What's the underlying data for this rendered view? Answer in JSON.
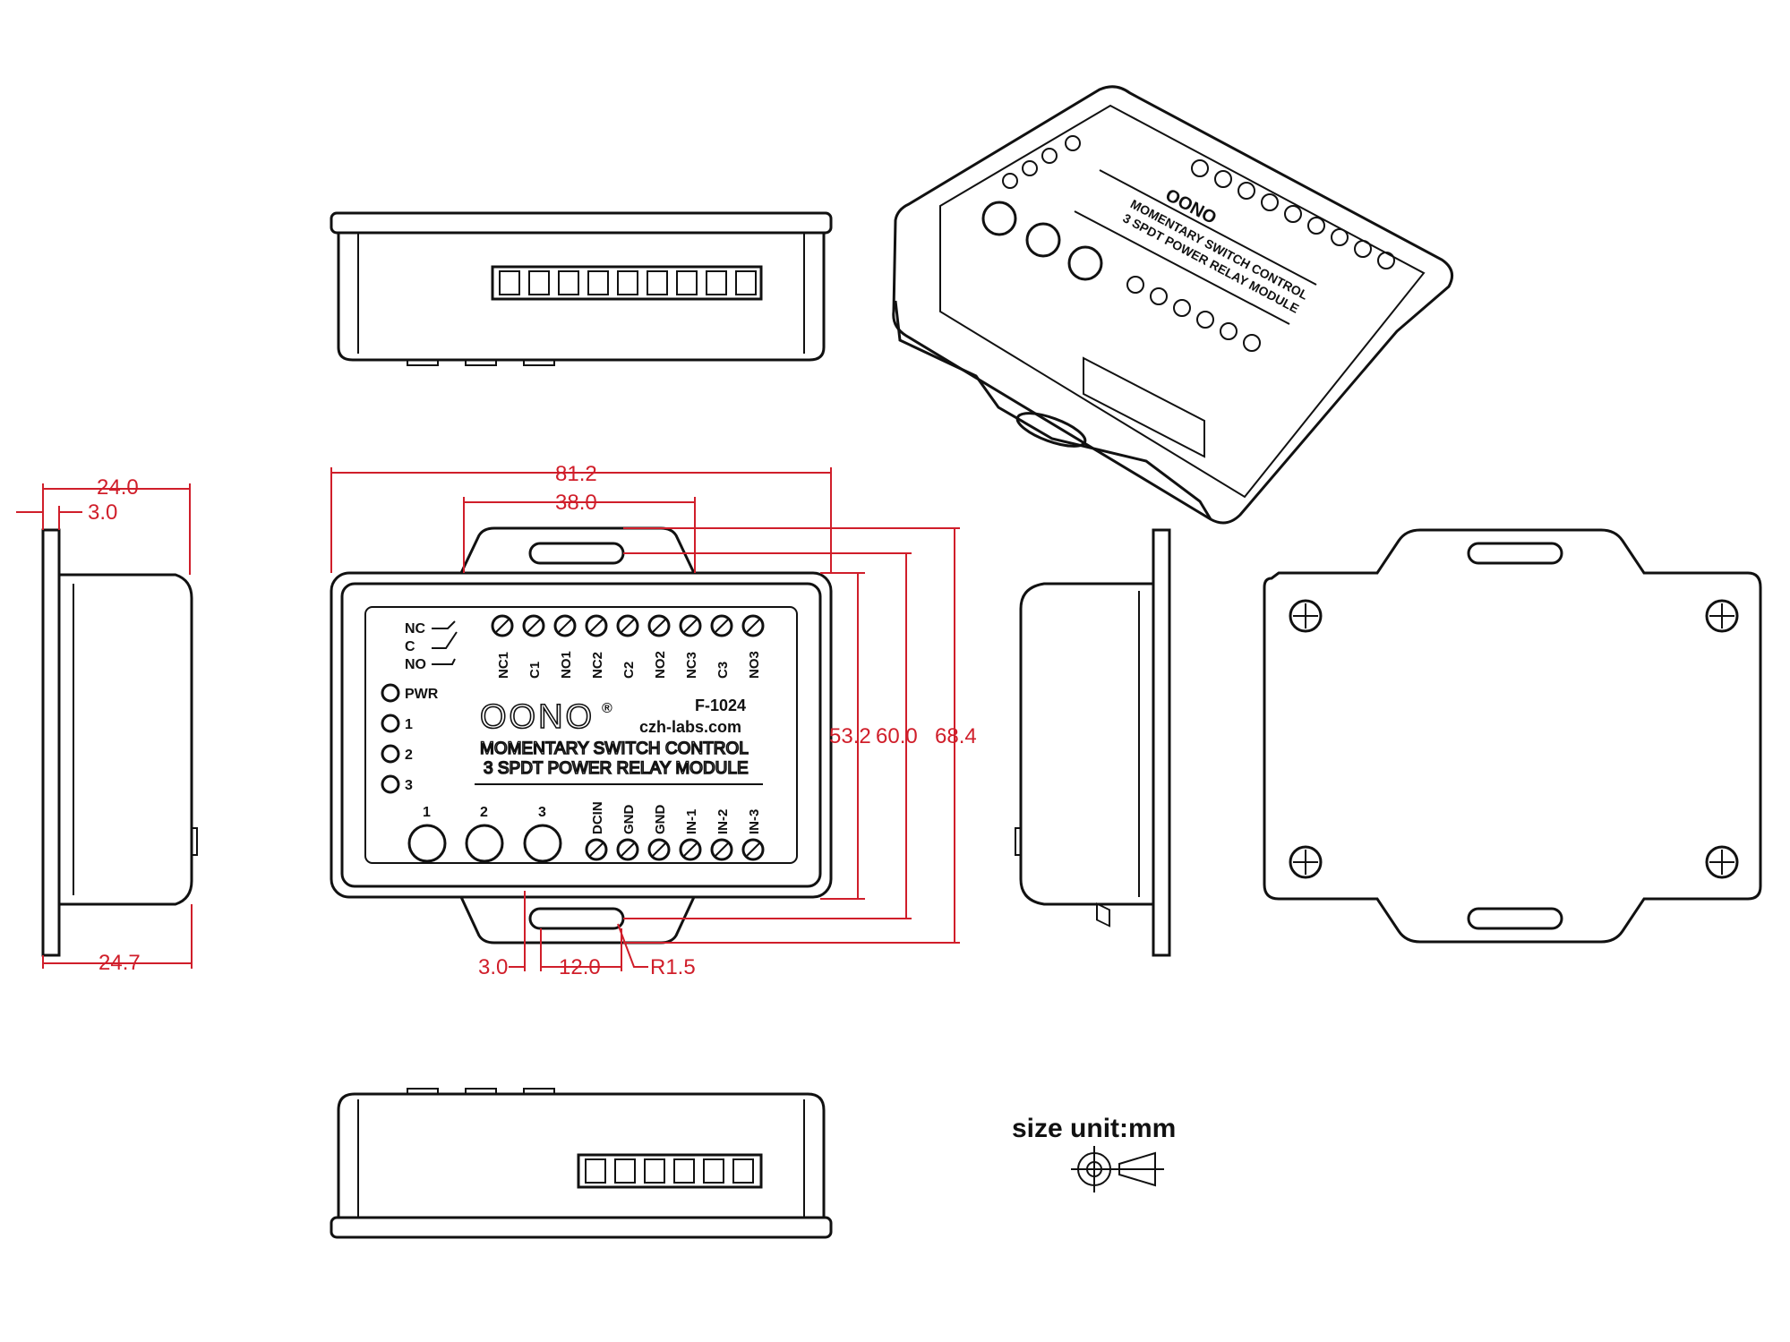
{
  "diagram": {
    "brand": "OONO",
    "registered": "®",
    "model": "F-1024",
    "website": "czh-labs.com",
    "line1": "MOMENTARY SWITCH CONTROL",
    "line2": "3 SPDT POWER RELAY MODULE",
    "relay_legend": [
      "NC",
      "C",
      "NO"
    ],
    "top_terminals": [
      "NC1",
      "C1",
      "NO1",
      "NC2",
      "C2",
      "NO2",
      "NC3",
      "C3",
      "NO3"
    ],
    "bottom_terminals": [
      "DCIN",
      "GND",
      "GND",
      "IN-1",
      "IN-2",
      "IN-3"
    ],
    "leds": [
      "PWR",
      "1",
      "2",
      "3"
    ],
    "buttons": [
      "1",
      "2",
      "3"
    ],
    "size_unit": "size unit:mm"
  },
  "dimensions": {
    "side_depth_top": "24.0",
    "side_flange": "3.0",
    "side_depth_bottom": "24.7",
    "overall_width": "81.2",
    "tab_width": "38.0",
    "height_body": "53.2",
    "height_flange": "60.0",
    "height_overall": "68.4",
    "slot_offset": "3.0",
    "slot_length": "12.0",
    "slot_radius": "R1.5"
  }
}
